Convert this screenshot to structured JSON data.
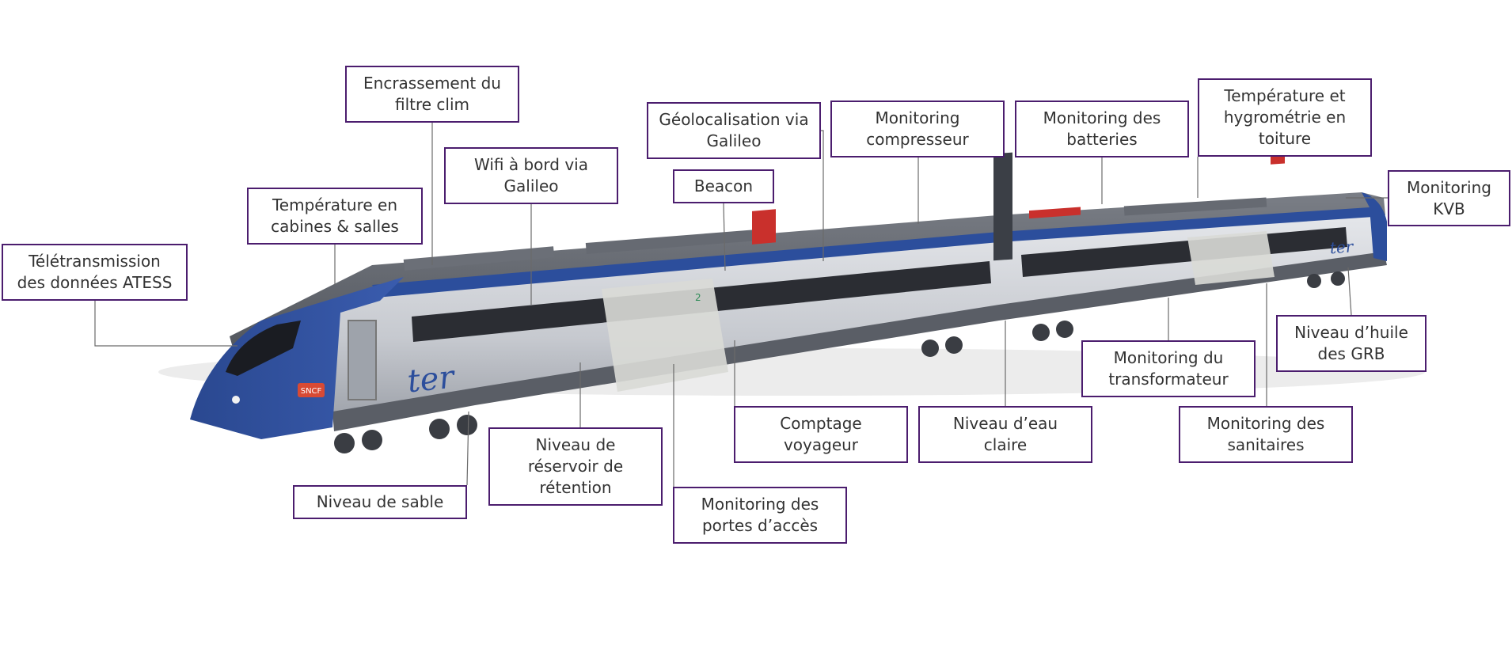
{
  "colors": {
    "box_border": "#4b1d6e",
    "text": "#333333",
    "leader_line": "#6a6a6a",
    "train_blue": "#2c4e9c",
    "train_silver": "#c9ccd2",
    "roof_gray": "#5c6068"
  },
  "train": {
    "brand_ter": "ter",
    "brand_sncf": "SNCF",
    "door_number": "2"
  },
  "labels": [
    {
      "id": "teletransmission",
      "text": "Télétransmission\ndes données ATESS"
    },
    {
      "id": "temperature-cabines",
      "text": "Température en\ncabines & salles"
    },
    {
      "id": "encrassement-filtre",
      "text": "Encrassement du\nfiltre clim"
    },
    {
      "id": "wifi",
      "text": "Wifi à bord via\nGalileo"
    },
    {
      "id": "geolocalisation",
      "text": "Géolocalisation via\nGalileo"
    },
    {
      "id": "beacon",
      "text": "Beacon"
    },
    {
      "id": "monitoring-compresseur",
      "text": "Monitoring\ncompresseur"
    },
    {
      "id": "monitoring-batteries",
      "text": "Monitoring des\nbatteries"
    },
    {
      "id": "temperature-toiture",
      "text": "Température et\nhygrométrie en\ntoiture"
    },
    {
      "id": "monitoring-kvb",
      "text": "Monitoring\nKVB"
    },
    {
      "id": "niveau-huile",
      "text": "Niveau d’huile\ndes GRB"
    },
    {
      "id": "monitoring-transformateur",
      "text": "Monitoring du\ntransformateur"
    },
    {
      "id": "monitoring-sanitaires",
      "text": "Monitoring des\nsanitaires"
    },
    {
      "id": "niveau-eau",
      "text": "Niveau d’eau\nclaire"
    },
    {
      "id": "comptage-voyageur",
      "text": "Comptage\nvoyageur"
    },
    {
      "id": "monitoring-portes",
      "text": "Monitoring des\nportes d’accès"
    },
    {
      "id": "niveau-reservoir",
      "text": "Niveau de\nréservoir de\nrétention"
    },
    {
      "id": "niveau-sable",
      "text": "Niveau de sable"
    }
  ]
}
